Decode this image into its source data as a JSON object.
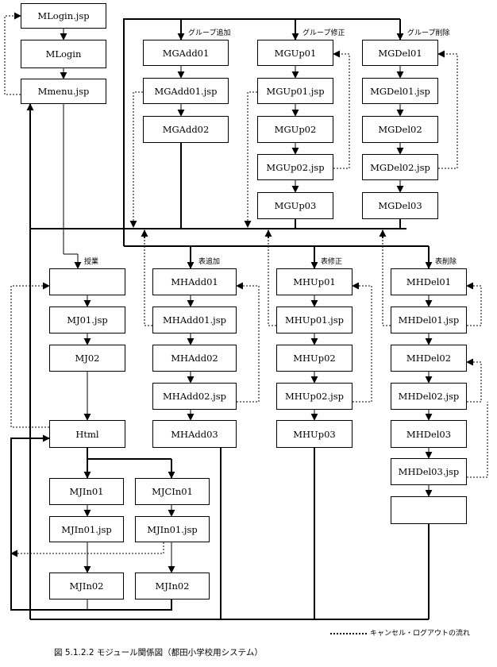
{
  "nodes": {
    "mlogin_jsp": "MLogin.jsp",
    "mlogin": "MLogin",
    "mmenu_jsp": "Mmenu.jsp",
    "mgadd01": "MGAdd01",
    "mgadd01_jsp": "MGAdd01.jsp",
    "mgadd02": "MGAdd02",
    "mgup01": "MGUp01",
    "mgup01_jsp": "MGUp01.jsp",
    "mgup02": "MGUp02",
    "mgup02_jsp": "MGUp02.jsp",
    "mgup03": "MGUp03",
    "mgdel01": "MGDel01",
    "mgdel01_jsp": "MGDel01.jsp",
    "mgdel02": "MGDel02",
    "mgdel02_jsp": "MGDel02.jsp",
    "mgdel03": "MGDel03",
    "mj_top": "",
    "mj01_jsp": "MJ01.jsp",
    "mj02": "MJ02",
    "html": "Html",
    "mjin01": "MJIn01",
    "mjin01_jsp": "MJIn01.jsp",
    "mjin02": "MJIn02",
    "mjcin01": "MJCIn01",
    "mjcin01_jsp": "MJIn01.jsp",
    "mjcin02": "MJIn02",
    "mhadd01": "MHAdd01",
    "mhadd01_jsp": "MHAdd01.jsp",
    "mhadd02": "MHAdd02",
    "mhadd02_jsp": "MHAdd02.jsp",
    "mhadd03": "MHAdd03",
    "mhup01": "MHUp01",
    "mhup01_jsp": "MHUp01.jsp",
    "mhup02": "MHUp02",
    "mhup02_jsp": "MHUp02.jsp",
    "mhup03": "MHUp03",
    "mhdel01": "MHDel01",
    "mhdel01_jsp": "MHDel01.jsp",
    "mhdel02": "MHDel02",
    "mhdel02_jsp": "MHDel02.jsp",
    "mhdel03": "MHDel03",
    "mhdel03_jsp": "MHDel03.jsp",
    "mhdel_end": ""
  },
  "labels": {
    "group_add": "グループ追加",
    "group_edit": "グループ修正",
    "group_delete": "グループ削除",
    "class": "授業",
    "table_add": "表追加",
    "table_edit": "表修正",
    "table_delete": "表削除"
  },
  "legend": "キャンセル・ログアウトの流れ",
  "caption": "図 5.1.2.2 モジュール関係図（都田小学校用システム）"
}
